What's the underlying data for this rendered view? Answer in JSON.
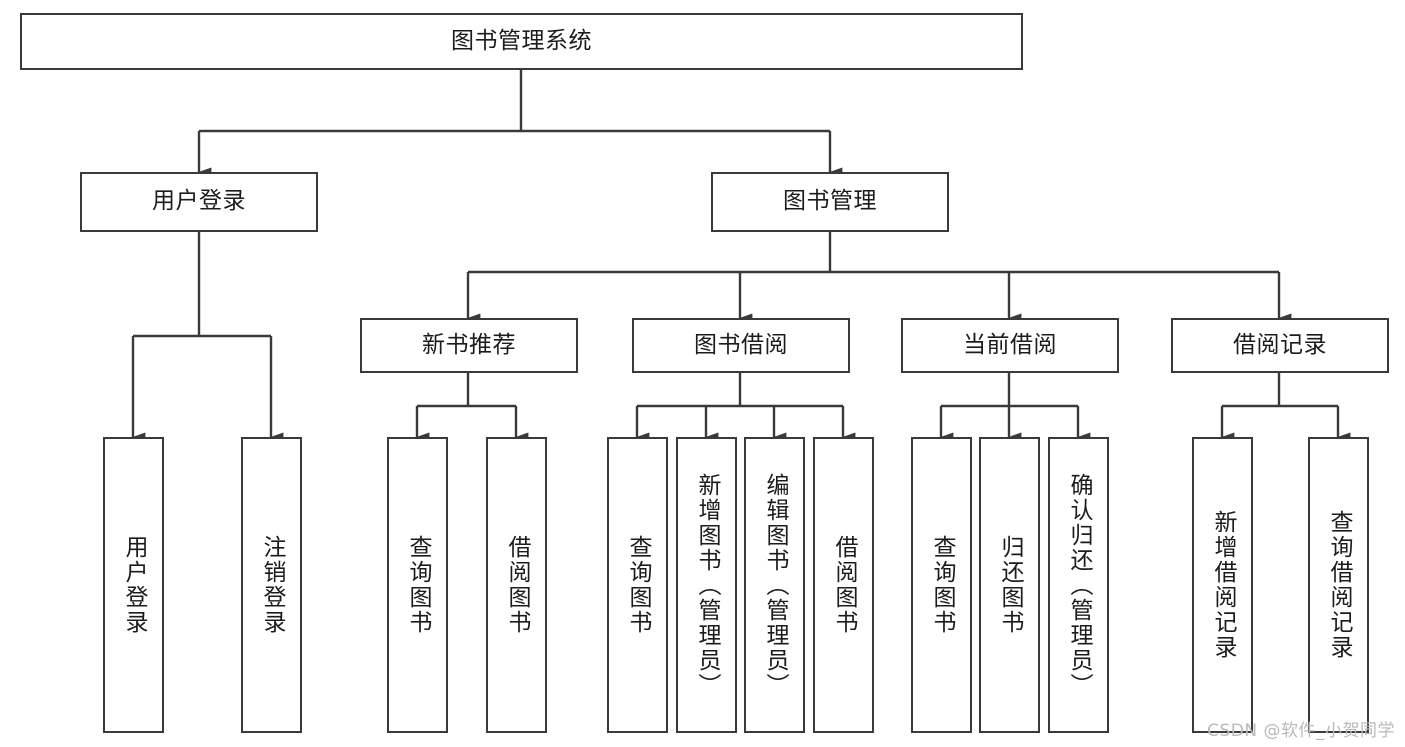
{
  "diagram": {
    "type": "tree",
    "title": "图书管理系统",
    "colors": {
      "stroke": "#3a3a3a",
      "fill": "#ffffff",
      "text": "#1c1c1c",
      "watermark": "#b9b9b9"
    },
    "root": {
      "label": "图书管理系统"
    },
    "level2": [
      {
        "label": "用户登录"
      },
      {
        "label": "图书管理"
      }
    ],
    "level3": [
      {
        "label": "新书推荐"
      },
      {
        "label": "图书借阅"
      },
      {
        "label": "当前借阅"
      },
      {
        "label": "借阅记录"
      }
    ],
    "leaves": {
      "user_login": [
        {
          "label": "用户登录"
        },
        {
          "label": "注销登录"
        }
      ],
      "new_book": [
        {
          "label": "查询图书"
        },
        {
          "label": "借阅图书"
        }
      ],
      "book_borrow": [
        {
          "label": "查询图书"
        },
        {
          "label": "新增图书（管理员）"
        },
        {
          "label": "编辑图书（管理员）"
        },
        {
          "label": "借阅图书"
        }
      ],
      "current_borrow": [
        {
          "label": "查询图书"
        },
        {
          "label": "归还图书"
        },
        {
          "label": "确认归还（管理员）"
        }
      ],
      "borrow_record": [
        {
          "label": "新增借阅记录"
        },
        {
          "label": "查询借阅记录"
        }
      ]
    },
    "watermark": "CSDN @软件_小贺同学"
  }
}
